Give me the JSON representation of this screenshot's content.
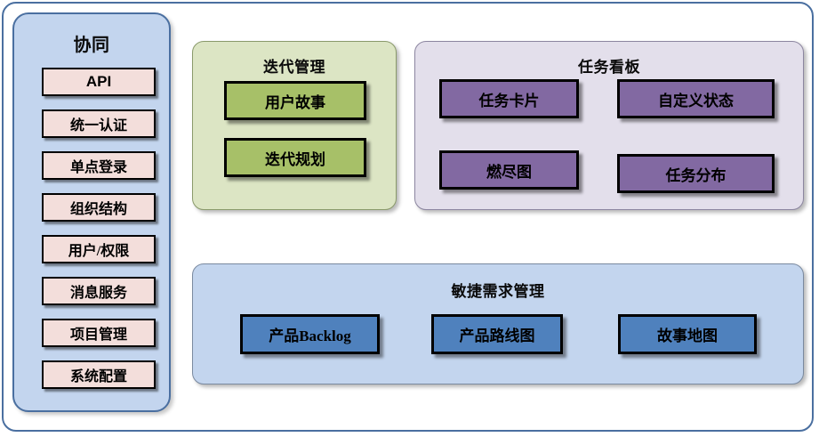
{
  "diagram": {
    "title_style": "architecture-block-diagram",
    "colors": {
      "frame_border": "#4a6fa0",
      "sidebar_fill": "#c3d5ee",
      "sidebar_item_fill": "#f3dedb",
      "green_panel_fill": "#dce5c4",
      "green_box_fill": "#a7c068",
      "purple_panel_fill": "#e3dfeb",
      "purple_box_fill": "#8269a2",
      "blue_panel_fill": "#c3d5ee",
      "blue_box_fill": "#4f81bd",
      "box_border": "#000000"
    }
  },
  "sidebar": {
    "title": "协同",
    "items": [
      {
        "label": "API",
        "latin": true
      },
      {
        "label": "统一认证",
        "latin": false
      },
      {
        "label": "单点登录",
        "latin": false
      },
      {
        "label": "组织结构",
        "latin": false
      },
      {
        "label": "用户/权限",
        "latin": false
      },
      {
        "label": "消息服务",
        "latin": false
      },
      {
        "label": "项目管理",
        "latin": false
      },
      {
        "label": "系统配置",
        "latin": false
      }
    ]
  },
  "iteration_panel": {
    "title": "迭代管理",
    "boxes": [
      {
        "label": "用户故事"
      },
      {
        "label": "迭代规划"
      }
    ]
  },
  "taskboard_panel": {
    "title": "任务看板",
    "boxes": [
      {
        "label": "任务卡片"
      },
      {
        "label": "自定义状态"
      },
      {
        "label": "燃尽图"
      },
      {
        "label": "任务分布"
      }
    ]
  },
  "agile_panel": {
    "title": "敏捷需求管理",
    "boxes": [
      {
        "label": "产品Backlog"
      },
      {
        "label": "产品路线图"
      },
      {
        "label": "故事地图"
      }
    ]
  }
}
